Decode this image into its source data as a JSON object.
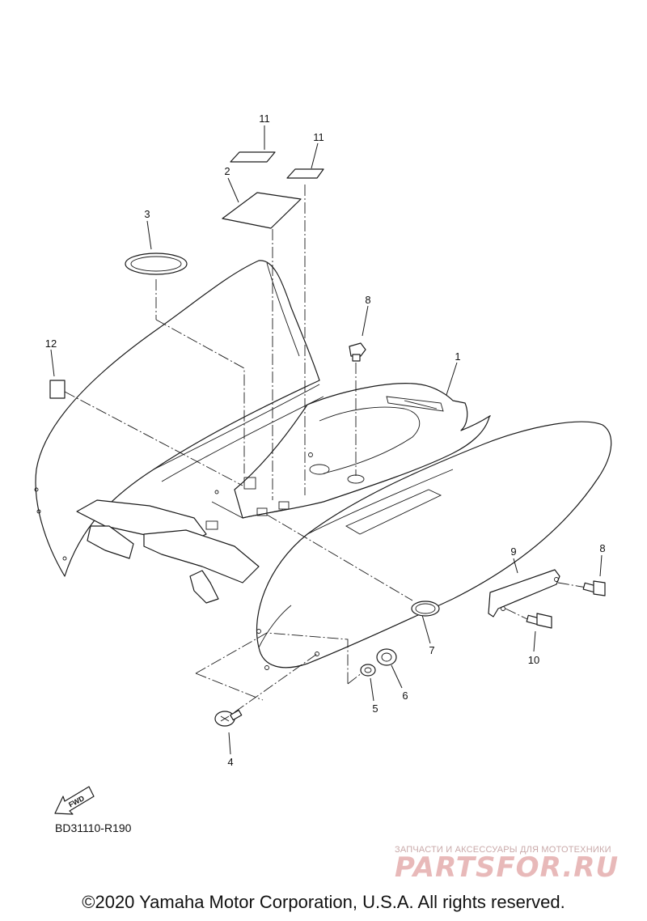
{
  "callouts": {
    "c1": "1",
    "c2": "2",
    "c3": "3",
    "c4": "4",
    "c5": "5",
    "c6": "6",
    "c7": "7",
    "c8a": "8",
    "c8b": "8",
    "c9": "9",
    "c10": "10",
    "c11a": "11",
    "c11b": "11",
    "c12": "12"
  },
  "fwd_label": "FWD",
  "diagram_code": "BD31110-R190",
  "watermark": {
    "tagline": "ЗАПЧАСТИ И АКСЕССУАРЫ ДЛЯ МОТОТЕХНИКИ",
    "brand": "PARTSFOR.RU"
  },
  "copyright": "©2020 Yamaha Motor Corporation, U.S.A. All rights reserved."
}
